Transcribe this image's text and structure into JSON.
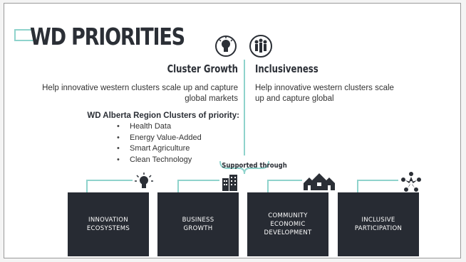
{
  "title": "WD PRIORITIES",
  "columns": {
    "cluster_growth": {
      "heading": "Cluster Growth",
      "description": "Help innovative western clusters scale up and capture global markets",
      "icon": "lightbulb-icon"
    },
    "inclusiveness": {
      "heading": "Inclusiveness",
      "description": "Help innovative western clusters scale up and capture global",
      "icon": "people-icon"
    }
  },
  "clusters": {
    "title": "WD Alberta Region Clusters of priority:",
    "items": [
      "Health Data",
      "Energy Value-Added",
      "Smart Agriculture",
      "Clean Technology"
    ]
  },
  "supported_label": "Supported through",
  "boxes": [
    {
      "label": "INNOVATION\nECOSYSTEMS",
      "icon": "lightbulb-icon"
    },
    {
      "label": "BUSINESS\nGROWTH",
      "icon": "buildings-icon"
    },
    {
      "label": "COMMUNITY\nECONOMIC\nDEVELOPMENT",
      "icon": "houses-icon"
    },
    {
      "label": "INCLUSIVE\nPARTICIPATION",
      "icon": "people-icon"
    }
  ],
  "colors": {
    "accent": "#8fd3cc",
    "box": "#272b33",
    "text": "#2b2f36"
  }
}
